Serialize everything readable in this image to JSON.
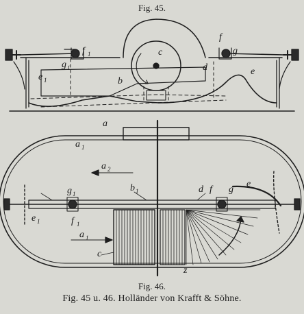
{
  "figure_top": {
    "title": "Fig. 45."
  },
  "figure_bottom": {
    "title": "Fig. 46."
  },
  "caption": "Fig. 45 u. 46. Holländer von Krafft & Söhne.",
  "labels_top": {
    "a": "a",
    "b": "b",
    "c": "c",
    "d": "d",
    "e": "e",
    "e1": "e",
    "f": "f",
    "f1": "f",
    "g": "g",
    "g1": "g",
    "sub1": "1"
  },
  "labels_bottom": {
    "a": "a",
    "a1": "a",
    "a2": "a",
    "b1": "b",
    "c": "c",
    "d": "d",
    "e": "e",
    "e1": "e",
    "f": "f",
    "f1": "f",
    "g": "g",
    "g1": "g",
    "z": "z",
    "sub1": "1",
    "sub2": "2"
  }
}
